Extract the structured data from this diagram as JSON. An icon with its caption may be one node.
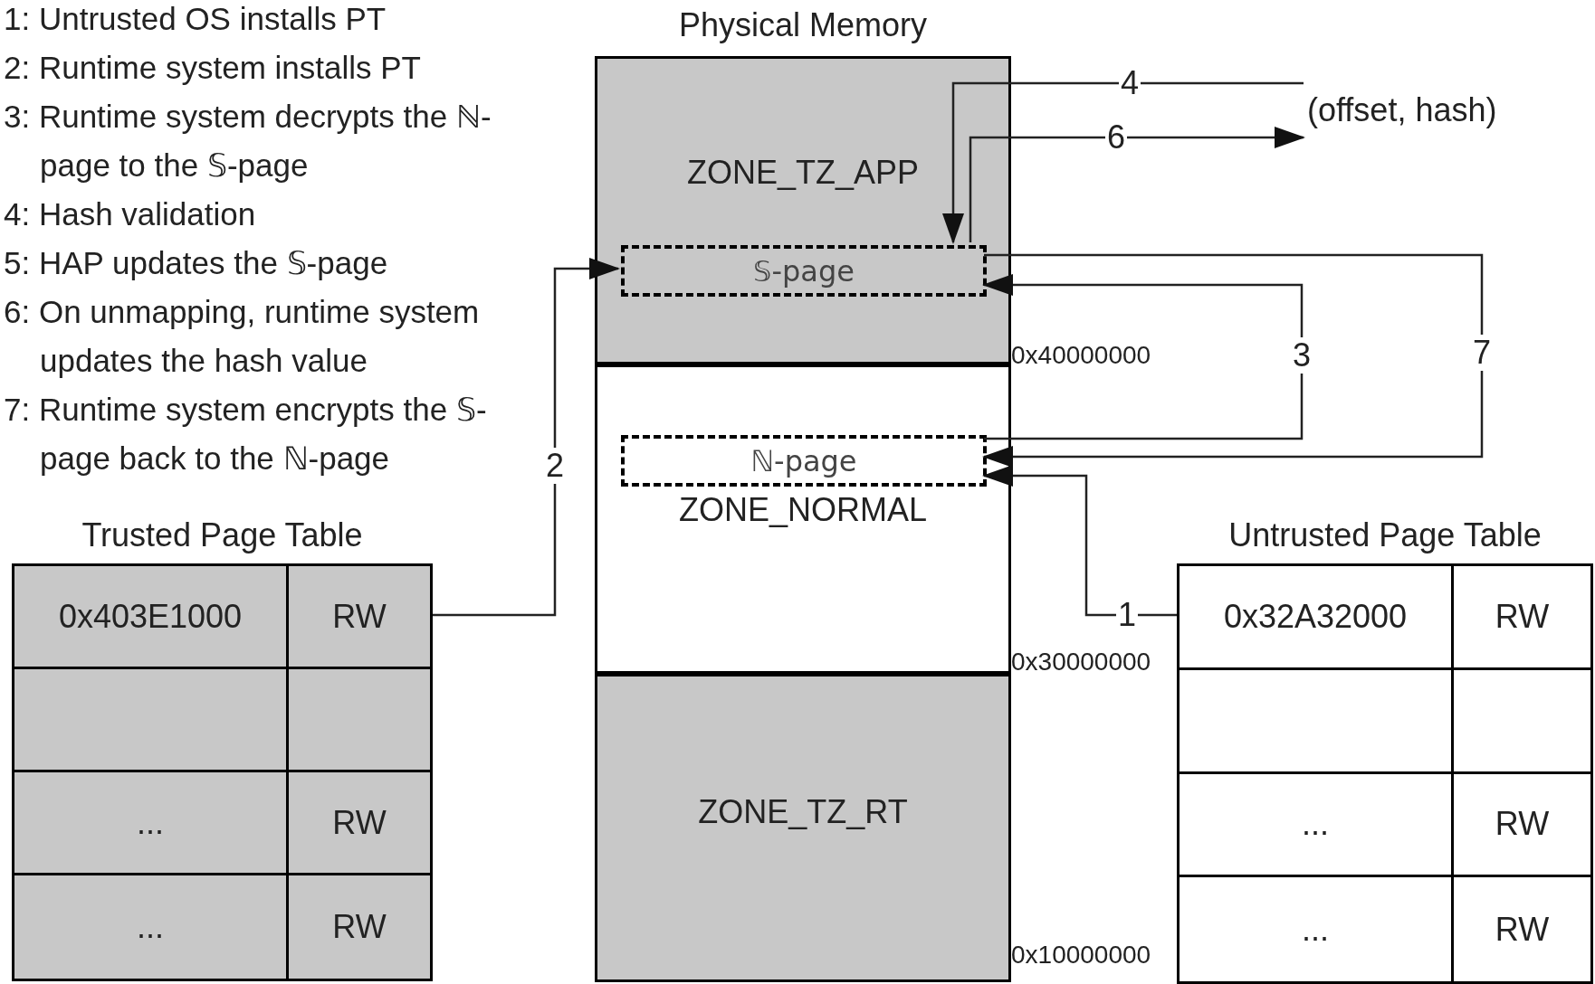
{
  "diagram": {
    "nodes": [
      {
        "text": [
          "Physical Memory"
        ]
      },
      {
        "text": [
          "ZONE_TZ_APP"
        ],
        "in": 0
      },
      {
        "text": [
          "𝕊-page"
        ],
        "in": 1
      },
      {
        "text": [
          "ZONE_NORMAL"
        ],
        "in": 0
      },
      {
        "text": [
          "ℕ-page"
        ],
        "in": 3
      },
      {
        "text": [
          "ZONE_TZ_RT"
        ],
        "in": 0
      },
      {
        "text": [
          "(offset, hash)"
        ]
      },
      {
        "text": [
          "Trusted Page Table"
        ]
      },
      {
        "text": [
          "Untrusted Page Table"
        ]
      }
    ],
    "edges": [
      {
        "from": 8,
        "to": 4,
        "arrow": "to",
        "label": "1"
      },
      {
        "from": 7,
        "to": 2,
        "arrow": "to",
        "label": "2"
      },
      {
        "from": 4,
        "to": 2,
        "arrow": "to",
        "label": "3"
      },
      {
        "from": 6,
        "to": 2,
        "arrow": "to",
        "label": "4"
      },
      {
        "from": 2,
        "to": 6,
        "arrow": "to",
        "label": "6"
      },
      {
        "from": 2,
        "to": 4,
        "arrow": "to",
        "label": "7"
      }
    ],
    "labels": [
      "1: Untrusted OS installs PT",
      "2: Runtime system installs PT",
      "3: Runtime system decrypts the ℕ-page to the 𝕊-page",
      "4: Hash validation",
      "5: HAP updates the 𝕊-page",
      "6: On unmapping, runtime system updates the hash value",
      "7: Runtime system encrypts the 𝕊-page back to the ℕ-page",
      "0x40000000",
      "0x30000000",
      "0x10000000",
      "0x403E1000",
      "RW",
      "...",
      "RW",
      "...",
      "RW",
      "0x32A32000",
      "RW",
      "...",
      "RW",
      "...",
      "RW"
    ]
  }
}
